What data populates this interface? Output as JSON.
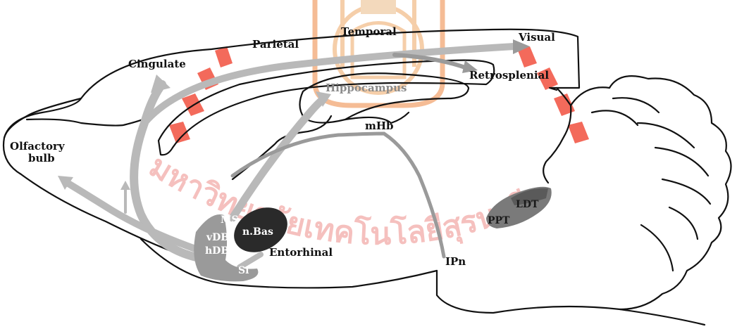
{
  "diagram": {
    "labels": {
      "olfactory_bulb_line1": "Olfactory",
      "olfactory_bulb_line2": "bulb",
      "cingulate": "Cingulate",
      "parietal": "Parietal",
      "temporal": "Temporal",
      "visual": "Visual",
      "retrosplenial": "Retrosplenial",
      "hippocampus": "Hippocampus",
      "mhb": "mHb",
      "ms": "MS",
      "vdb": "vDB",
      "hdb": "hDB",
      "nbas": "n.Bas",
      "si": "Si",
      "entorhinal": "Entorhinal",
      "ipn": "IPn",
      "ppt": "PPT",
      "ldt": "LDT"
    },
    "watermark": {
      "text": "มหาวิทยาลัยเทคโนโลยีสุรนารี",
      "color": "#e8383a"
    },
    "colors": {
      "outline": "#111111",
      "pathway_light": "#b9b9b9",
      "pathway_mid": "#9a9a9a",
      "nucleus_dark": "#2a2a2a",
      "nucleus_gray": "#7a7a7a"
    }
  }
}
